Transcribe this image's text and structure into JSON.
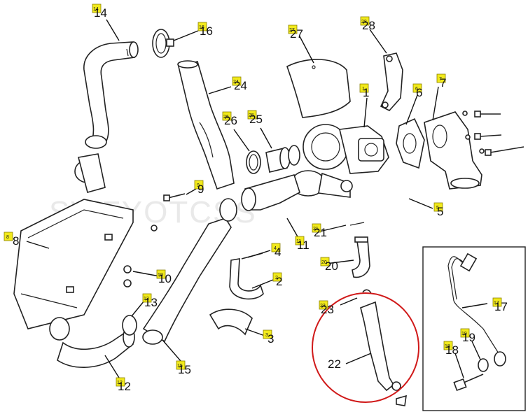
{
  "watermark": "SWFYOTCSS",
  "callouts": [
    {
      "id": "c14",
      "tag": "14",
      "label": "14"
    },
    {
      "id": "c16",
      "tag": "16",
      "label": "16"
    },
    {
      "id": "c27",
      "tag": "27",
      "label": "27"
    },
    {
      "id": "c28",
      "tag": "28",
      "label": "28"
    },
    {
      "id": "c24",
      "tag": "24",
      "label": "24"
    },
    {
      "id": "c1",
      "tag": "1",
      "label": "1"
    },
    {
      "id": "c6",
      "tag": "6",
      "label": "6"
    },
    {
      "id": "c7",
      "tag": "7",
      "label": "7"
    },
    {
      "id": "c26",
      "tag": "26",
      "label": "26"
    },
    {
      "id": "c25",
      "tag": "25",
      "label": "25"
    },
    {
      "id": "c9",
      "tag": "9",
      "label": "9"
    },
    {
      "id": "c5",
      "tag": "5",
      "label": "5"
    },
    {
      "id": "c8",
      "tag": "8",
      "label": "8"
    },
    {
      "id": "c21",
      "tag": "21",
      "label": "21"
    },
    {
      "id": "c11",
      "tag": "11",
      "label": "11"
    },
    {
      "id": "c4",
      "tag": "4",
      "label": "4"
    },
    {
      "id": "c20",
      "tag": "20",
      "label": "20"
    },
    {
      "id": "c10",
      "tag": "10",
      "label": "10"
    },
    {
      "id": "c2",
      "tag": "2",
      "label": "2"
    },
    {
      "id": "c13",
      "tag": "13",
      "label": "13"
    },
    {
      "id": "c23",
      "tag": "23",
      "label": "23"
    },
    {
      "id": "c3",
      "tag": "3",
      "label": "3"
    },
    {
      "id": "c17",
      "tag": "17",
      "label": "17"
    },
    {
      "id": "c19",
      "tag": "19",
      "label": "19"
    },
    {
      "id": "c18",
      "tag": "18",
      "label": "18"
    },
    {
      "id": "c22",
      "label": "22"
    },
    {
      "id": "c15",
      "tag": "15",
      "label": "15"
    },
    {
      "id": "c12",
      "tag": "12",
      "label": "12"
    }
  ],
  "colors": {
    "tag": "#f2ea1b",
    "highlight_circle": "#d01919",
    "line": "#222222"
  }
}
